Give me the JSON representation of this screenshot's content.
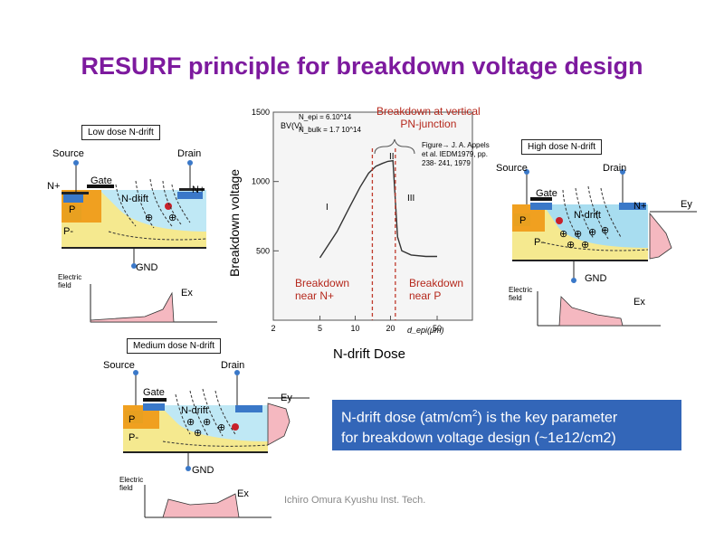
{
  "title": "RESURF principle for breakdown voltage design",
  "panels": {
    "low": {
      "box_label": "Low dose N-drift",
      "source": "Source",
      "drain": "Drain",
      "gate": "Gate",
      "nplus_left": "N+",
      "nplus_right": "N+",
      "p": "P",
      "pminus": "P-",
      "ndrift": "N-drift",
      "gnd": "GND",
      "field_label": "Electric\nfield",
      "ex": "Ex"
    },
    "medium": {
      "box_label": "Medium dose N-drift",
      "source": "Source",
      "drain": "Drain",
      "gate": "Gate",
      "p": "P",
      "pminus": "P-",
      "ndrift": "N-drift",
      "gnd": "GND",
      "field_label": "Electric\nfield",
      "ex": "Ex",
      "ey": "Ey"
    },
    "high": {
      "box_label": "High dose N-drift",
      "source": "Source",
      "drain": "Drain",
      "gate": "Gate",
      "nplus_right": "N+",
      "p": "P",
      "pminus": "P-",
      "ndrift": "N-drift",
      "gnd": "GND",
      "field_label": "Electric\nfield",
      "ex": "Ex",
      "ey": "Ey"
    }
  },
  "chart_data": {
    "type": "line",
    "x_scale": "log",
    "xlim": [
      2,
      100
    ],
    "ylim": [
      0,
      1500
    ],
    "x_ticks": [
      "2",
      "5",
      "10",
      "20",
      "50"
    ],
    "y_ticks": [
      "500",
      "1000",
      "1500"
    ],
    "xlabel": "N-drift Dose",
    "x_axis_unit": "d_epi(μm)",
    "ylabel": "Breakdown voltage",
    "y_axis_unit": "BV(V)",
    "params": [
      "N_epi = 6.10^14",
      "N_bulk = 1.7 10^14"
    ],
    "regions": [
      "I",
      "II",
      "III"
    ],
    "x": [
      5,
      7,
      9,
      11,
      13,
      15,
      17,
      19,
      21,
      23,
      25,
      30,
      40,
      50
    ],
    "y": [
      450,
      640,
      820,
      960,
      1060,
      1110,
      1130,
      1145,
      1150,
      600,
      500,
      470,
      460,
      460
    ],
    "annotations": {
      "top": "Breakdown at vertical\nPN-junction",
      "left": "Breakdown\nnear N+",
      "right": "Breakdown\nnear P",
      "reference": "Figure→ J. A. Appels\net al. IEDM1979, pp.\n238- 241, 1979"
    }
  },
  "info_box": {
    "line1_prefix": "N-drift dose (atm/cm",
    "line1_sup": "2",
    "line1_suffix": ") is the key parameter",
    "line2": "for breakdown voltage design (~1e12/cm2)"
  },
  "footer": "Ichiro Omura Kyushu Inst. Tech."
}
